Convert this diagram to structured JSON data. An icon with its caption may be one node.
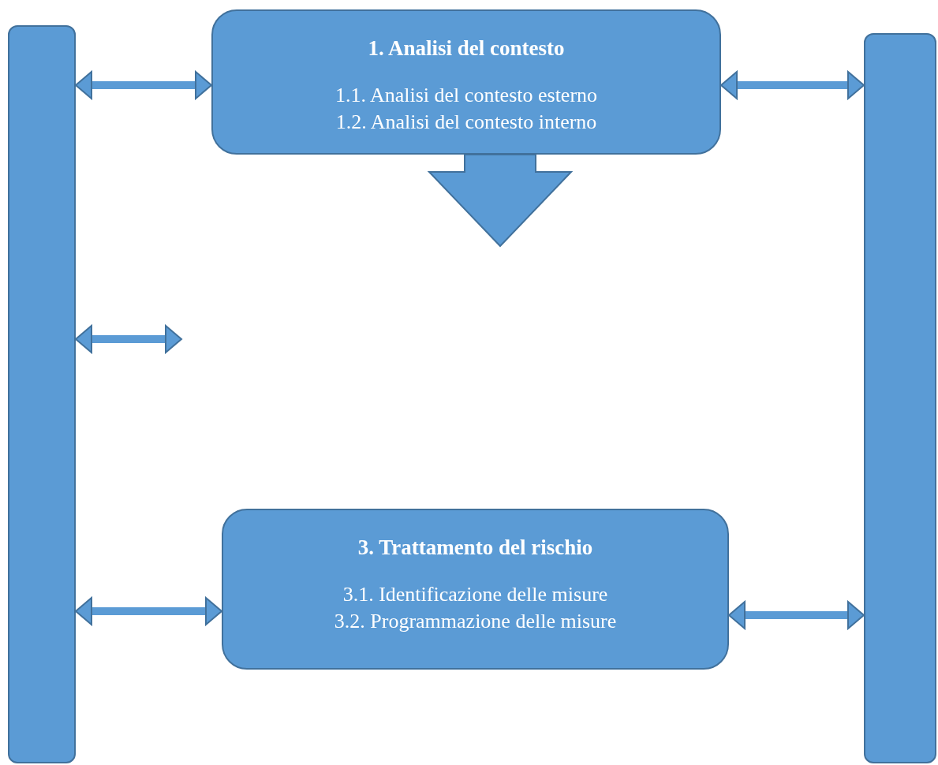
{
  "diagram": {
    "nodes": [
      {
        "text": [],
        "shape": "bar"
      },
      {
        "text": [
          "1. Analisi del contesto",
          "1.1. Analisi del contesto esterno",
          "1.2. Analisi del contesto interno"
        ]
      },
      {
        "text": [
          "3. Trattamento del rischio",
          "3.1. Identificazione delle misure",
          "3.2. Programmazione delle misure"
        ]
      },
      {
        "text": [],
        "shape": "bar"
      }
    ],
    "edges": [
      {
        "from": 0,
        "to": 1,
        "arrow": "both"
      },
      {
        "from": 1,
        "to": 3,
        "arrow": "both"
      },
      {
        "from": 1,
        "to": null,
        "arrow": "to",
        "style": "thick"
      },
      {
        "from": 0,
        "to": null,
        "arrow": "both"
      },
      {
        "from": 0,
        "to": 2,
        "arrow": "both"
      },
      {
        "from": 2,
        "to": 3,
        "arrow": "both"
      }
    ]
  }
}
